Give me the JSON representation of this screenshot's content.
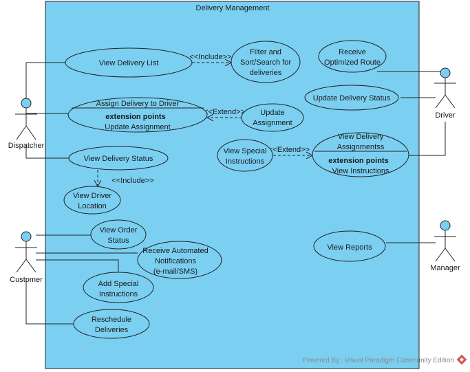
{
  "system": {
    "title": "Delivery Management"
  },
  "actors": {
    "dispatcher": "Dispatcher",
    "driver": "Driver",
    "customer": "Customer",
    "manager": "Manager"
  },
  "use_cases": {
    "view_delivery_list": "View Delivery List",
    "filter_sort": [
      "Filter and",
      "Sort/Search for",
      "deliveries"
    ],
    "assign_delivery": {
      "title": "Assign Delivery to Driver",
      "ext_heading": "extension points",
      "ext_point": "Update Assignment"
    },
    "update_assignment": [
      "Update",
      "Assignment"
    ],
    "view_delivery_status": "View Delivery Status",
    "view_driver_location": [
      "View Driver",
      "Location"
    ],
    "receive_route": [
      "Receive",
      "Optimized Route"
    ],
    "update_delivery_status": "Update Delivery Status",
    "view_special_instructions": [
      "View Special",
      "Instructions"
    ],
    "view_delivery_assignments": {
      "title": [
        "View Delivery",
        "Assignmentss"
      ],
      "ext_heading": "extension points",
      "ext_point": "View Instructions"
    },
    "view_order_status": [
      "View Order",
      "Status"
    ],
    "receive_notifications": [
      "Receive Automated",
      "Notifications",
      "(e-mail/SMS)"
    ],
    "add_special_instructions": [
      "Add Special",
      "Instructions"
    ],
    "reschedule_deliveries": [
      "Reschedule",
      "Deliveries"
    ],
    "view_reports": "View Reports"
  },
  "relations": {
    "include_1": "<<Include>>",
    "include_2": "<<Include>>",
    "extend_1": "<<Extend>>",
    "extend_2": "<<Extend>>"
  },
  "watermark": "Powered By : Visual Paradigm Community Edition",
  "colors": {
    "system_fill": "#7bcff1",
    "use_case_fill": "#7bcff1",
    "stroke": "#222222",
    "logo_red": "#d9534f"
  }
}
